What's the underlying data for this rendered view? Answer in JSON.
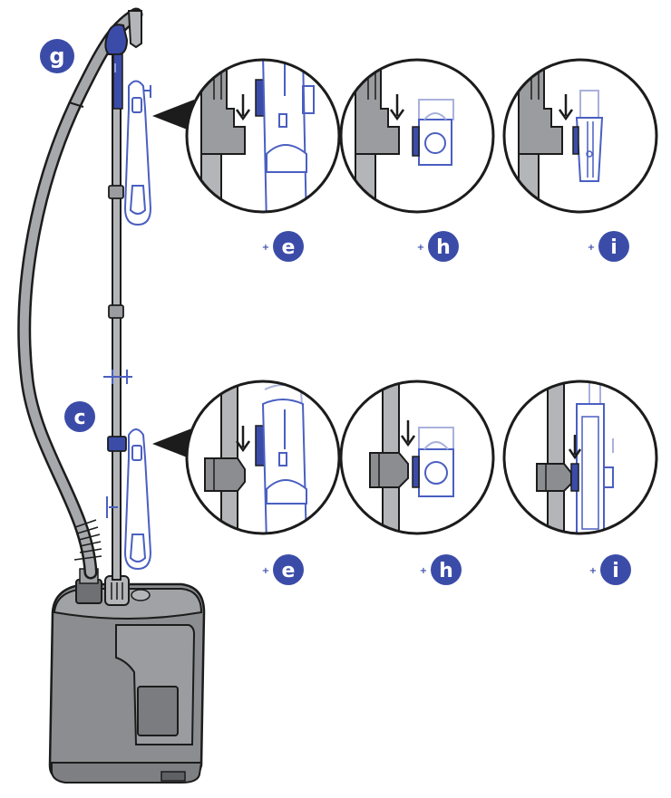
{
  "colors": {
    "accent": "#3b4ca8",
    "outline": "#1c1c1c",
    "body_gray": "#8b8d90",
    "light_gray": "#b3b5b8",
    "blue_line": "#4a5fc1",
    "faded_blue": "#a9b1dc"
  },
  "callouts": {
    "hose": {
      "letter": "g"
    },
    "clip": {
      "letter": "c"
    }
  },
  "rows": [
    {
      "name": "top-row",
      "details": [
        {
          "letter": "e",
          "icon": "hanger-icon"
        },
        {
          "letter": "h",
          "icon": "square-attachment-icon"
        },
        {
          "letter": "i",
          "icon": "slim-attachment-icon"
        }
      ]
    },
    {
      "name": "bottom-row",
      "details": [
        {
          "letter": "e",
          "icon": "hanger-icon"
        },
        {
          "letter": "h",
          "icon": "square-attachment-icon"
        },
        {
          "letter": "i",
          "icon": "board-attachment-icon"
        }
      ]
    }
  ]
}
